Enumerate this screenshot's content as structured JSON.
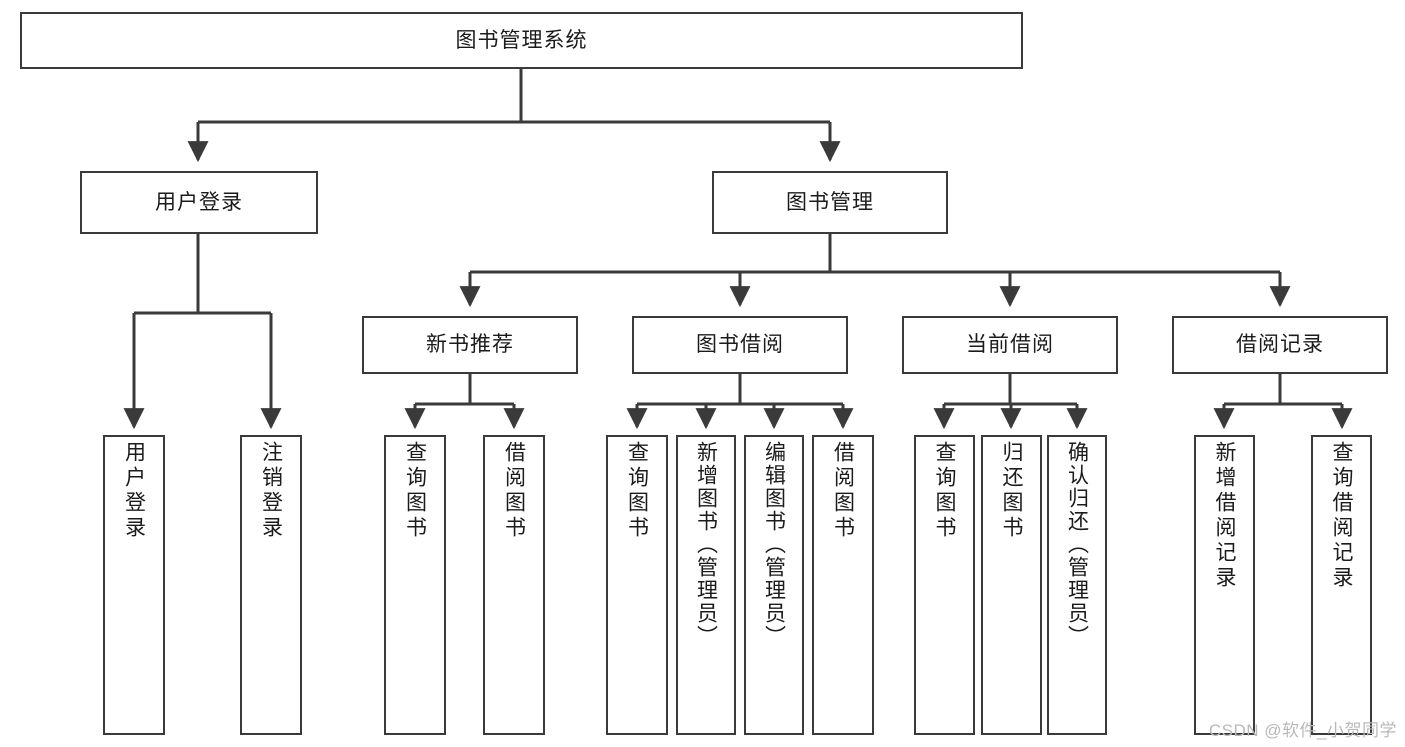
{
  "diagram": {
    "type": "tree",
    "title": "图书管理系统",
    "root": {
      "id": "root",
      "label": "图书管理系统"
    },
    "level2": [
      {
        "id": "user-login",
        "label": "用户登录"
      },
      {
        "id": "book-manage",
        "label": "图书管理"
      }
    ],
    "level3": [
      {
        "id": "new-book-recommend",
        "label": "新书推荐"
      },
      {
        "id": "book-borrow",
        "label": "图书借阅"
      },
      {
        "id": "current-borrow",
        "label": "当前借阅"
      },
      {
        "id": "borrow-record",
        "label": "借阅记录"
      }
    ],
    "leaves": {
      "user_login": [
        {
          "id": "leaf-user-login",
          "label": "用户登录"
        },
        {
          "id": "leaf-user-logout",
          "label": "注销登录"
        }
      ],
      "new_book_recommend": [
        {
          "id": "leaf-query-book-1",
          "label": "查询图书"
        },
        {
          "id": "leaf-borrow-book-1",
          "label": "借阅图书"
        }
      ],
      "book_borrow": [
        {
          "id": "leaf-query-book-2",
          "label": "查询图书"
        },
        {
          "id": "leaf-add-book",
          "label": "新增图书（管理员）"
        },
        {
          "id": "leaf-edit-book",
          "label": "编辑图书（管理员）"
        },
        {
          "id": "leaf-borrow-book-2",
          "label": "借阅图书"
        }
      ],
      "current_borrow": [
        {
          "id": "leaf-query-book-3",
          "label": "查询图书"
        },
        {
          "id": "leaf-return-book",
          "label": "归还图书"
        },
        {
          "id": "leaf-confirm-return",
          "label": "确认归还（管理员）"
        }
      ],
      "borrow_record": [
        {
          "id": "leaf-add-record",
          "label": "新增借阅记录"
        },
        {
          "id": "leaf-query-record",
          "label": "查询借阅记录"
        }
      ]
    }
  },
  "watermark": {
    "text": "CSDN @软件_小贺同学"
  },
  "colors": {
    "border": "#3a3a3a",
    "text": "#1b1b1b",
    "background": "#ffffff",
    "watermark": "#b9b9b9"
  }
}
